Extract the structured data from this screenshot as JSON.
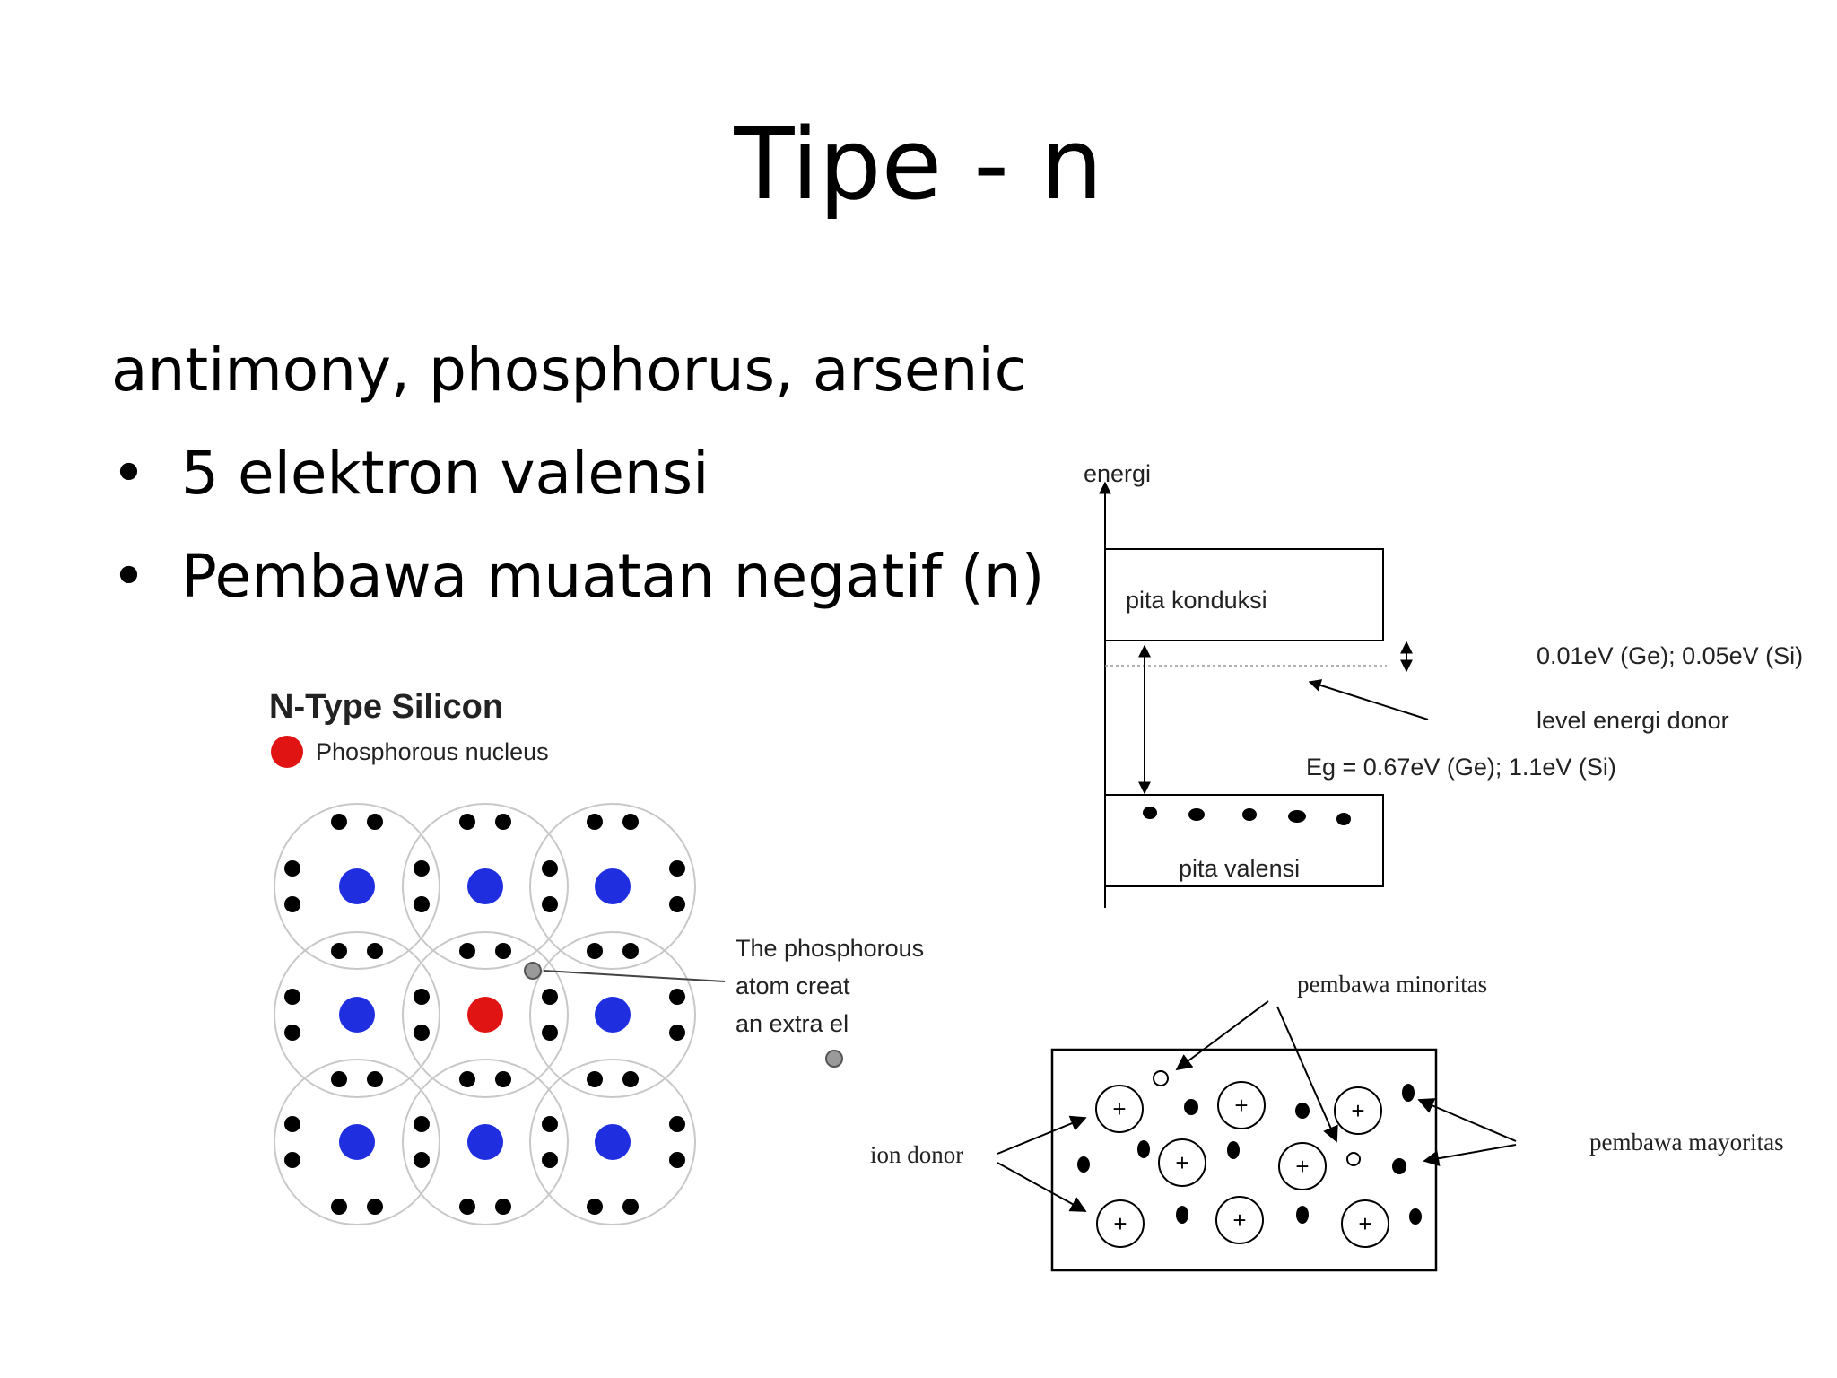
{
  "slide": {
    "title": "Tipe - n",
    "intro": "antimony, phosphorus, arsenic",
    "bullets": [
      "5 elektron valensi",
      "Pembawa muatan negatif (n)"
    ]
  },
  "lattice_diagram": {
    "title": "N-Type Silicon",
    "legend_label": "Phosphorous nucleus",
    "callout_lines": [
      "The phosphorous",
      "atom creat",
      "an extra el"
    ],
    "colors": {
      "silicon_nucleus": "#1f2fe0",
      "phosphorous_nucleus": "#e11414",
      "extra_electron": "#9a9a9a",
      "bond_electron": "#000000",
      "lattice_lines": "#c8c8c8"
    }
  },
  "energy_band_diagram": {
    "axis_label": "energi",
    "conduction_band_label": "pita konduksi",
    "valence_band_label": "pita valensi",
    "donor_gap_label": "0.01eV (Ge); 0.05eV (Si)",
    "donor_level_label": "level energi donor",
    "band_gap_label": "Eg = 0.67eV (Ge); 1.1eV (Si)"
  },
  "carrier_diagram": {
    "minority_label": "pembawa minoritas",
    "majority_label": "pembawa mayoritas",
    "donor_ion_label": "ion donor",
    "ion_symbol": "+"
  }
}
